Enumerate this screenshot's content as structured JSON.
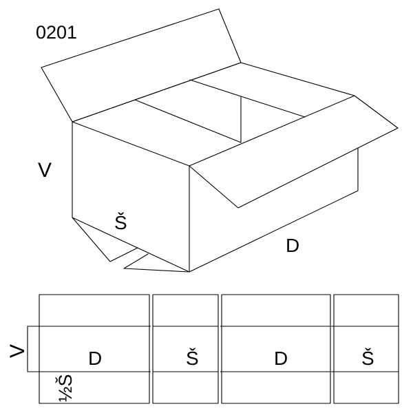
{
  "model_code": "0201",
  "labels": {
    "height": "V",
    "width": "Š",
    "length": "D",
    "half_width": "½Š"
  },
  "colors": {
    "line": "#000000",
    "background": "#ffffff"
  }
}
